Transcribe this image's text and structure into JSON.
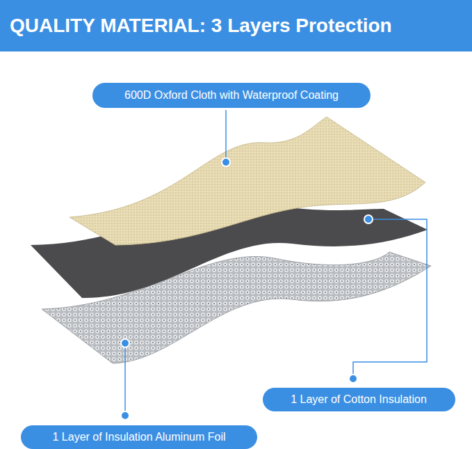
{
  "diagram": {
    "title": "QUALITY MATERIAL: 3 Layers Protection",
    "nodes": [
      {
        "text": [
          "600D Oxford Cloth with Waterproof Coating"
        ]
      },
      {
        "text": [
          "1 Layer of Cotton Insulation"
        ]
      },
      {
        "text": [
          "1 Layer of Insulation Aluminum Foil"
        ]
      }
    ]
  }
}
